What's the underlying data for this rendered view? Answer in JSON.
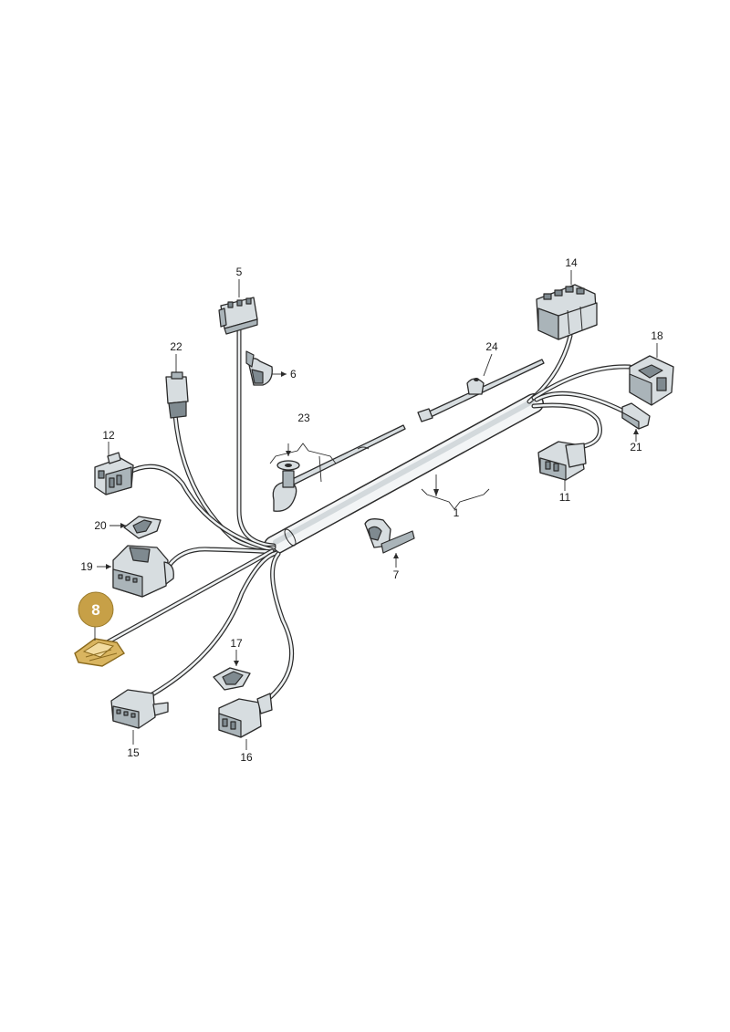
{
  "diagram": {
    "highlight_color": "#c7a047",
    "highlighted_part": "8",
    "callouts": {
      "c1": "1",
      "c5": "5",
      "c6": "6",
      "c7": "7",
      "c8": "8",
      "c11": "11",
      "c12": "12",
      "c14": "14",
      "c15": "15",
      "c16": "16",
      "c17": "17",
      "c18": "18",
      "c19": "19",
      "c20": "20",
      "c21": "21",
      "c22": "22",
      "c23": "23",
      "c24": "24"
    }
  }
}
